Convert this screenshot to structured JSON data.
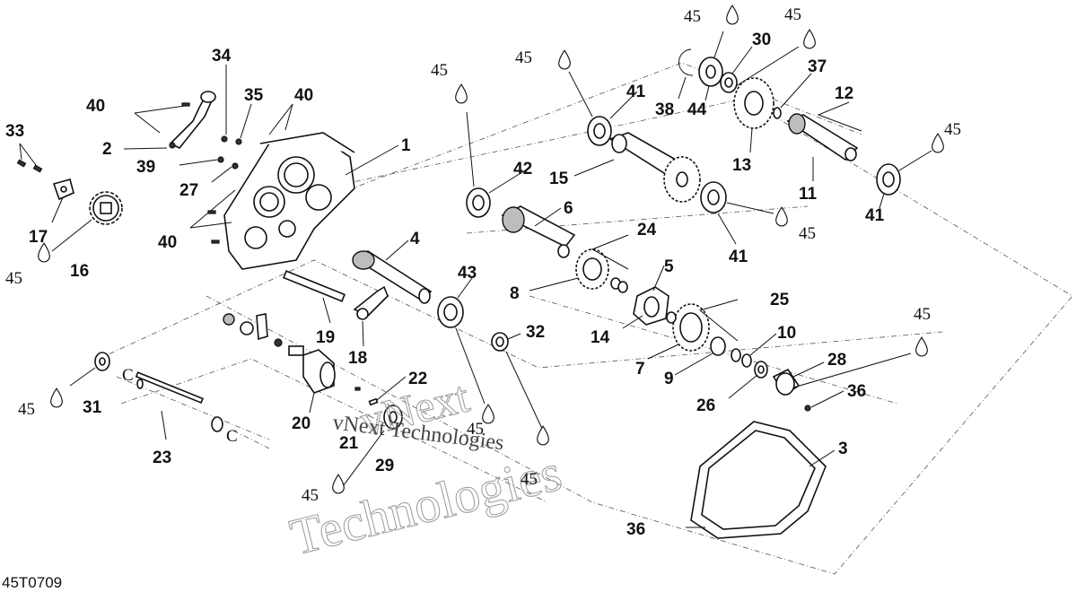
{
  "figure_code": "45T0709",
  "watermark": {
    "line1": "vNext Technologies",
    "outline_top": "vNext",
    "outline_bottom": "Technologies"
  },
  "callouts": {
    "c1": "1",
    "c2": "2",
    "c3": "3",
    "c4": "4",
    "c5": "5",
    "c6": "6",
    "c7": "7",
    "c8": "8",
    "c9": "9",
    "c10": "10",
    "c11": "11",
    "c12": "12",
    "c13": "13",
    "c14": "14",
    "c15": "15",
    "c16": "16",
    "c17": "17",
    "c18": "18",
    "c19": "19",
    "c20": "20",
    "c21": "21",
    "c22": "22",
    "c23": "23",
    "c24": "24",
    "c25": "25",
    "c26": "26",
    "c27": "27",
    "c28": "28",
    "c29": "29",
    "c30": "30",
    "c31": "31",
    "c32": "32",
    "c33": "33",
    "c34": "34",
    "c35": "35",
    "c36a": "36",
    "c36b": "36",
    "c37": "37",
    "c38": "38",
    "c39": "39",
    "c40a": "40",
    "c40b": "40",
    "c40c": "40",
    "c41a": "41",
    "c41b": "41",
    "c41c": "41",
    "c42": "42",
    "c43": "43",
    "c44": "44",
    "c45a": "45",
    "c45b": "45",
    "c45c": "45",
    "c45d": "45",
    "c45e": "45",
    "c45f": "45",
    "c45g": "45",
    "c45h": "45",
    "c45i": "45",
    "c45j": "45",
    "c45k": "45",
    "c45l": "45"
  }
}
